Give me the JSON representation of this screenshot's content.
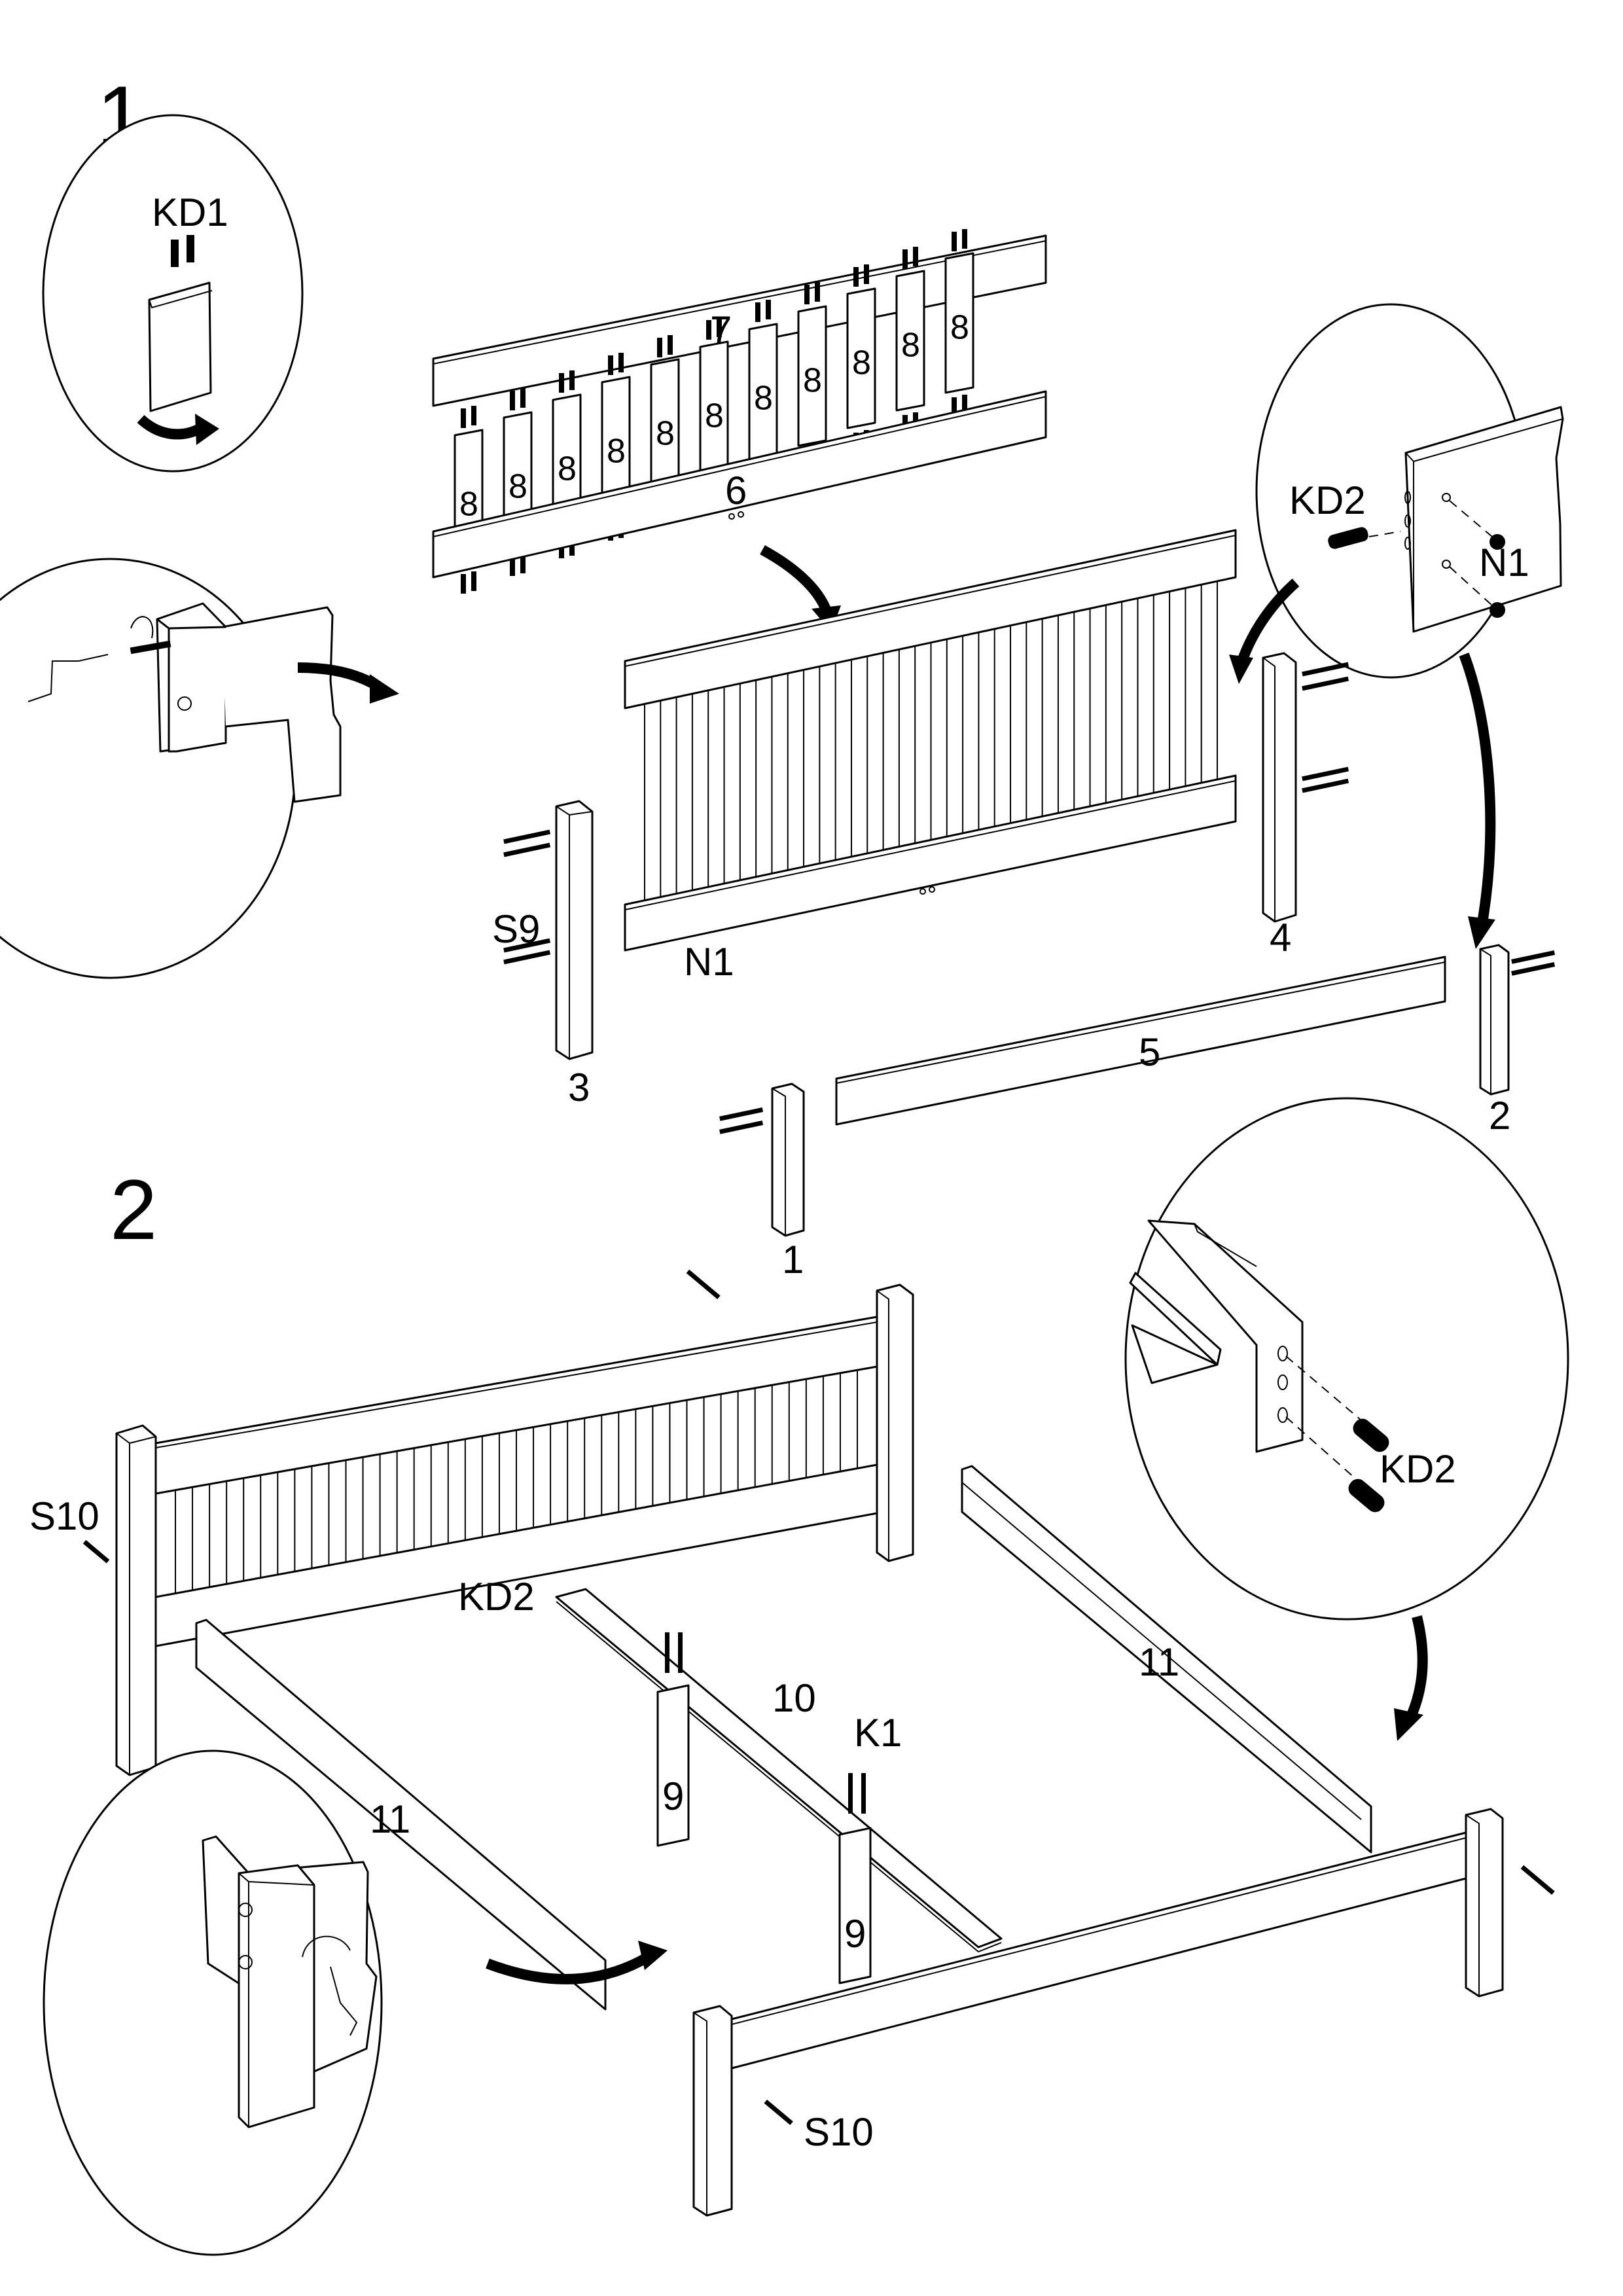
{
  "steps": [
    {
      "number": "1"
    },
    {
      "number": "2"
    }
  ],
  "step1": {
    "detail_kd1": {
      "label": "KD1"
    },
    "rail_top": {
      "label": "7"
    },
    "rail_bottom": {
      "label": "6"
    },
    "slats": [
      "8",
      "8",
      "8",
      "8",
      "8",
      "8",
      "8",
      "8",
      "8",
      "8",
      "8"
    ],
    "detail_kd2_n1": {
      "kd2_label": "KD2",
      "n1_label": "N1"
    },
    "hardware_s9": {
      "label": "S9"
    },
    "hardware_n1": {
      "label": "N1"
    },
    "post_3": {
      "label": "3"
    },
    "post_4": {
      "label": "4"
    },
    "rail_5": {
      "label": "5"
    },
    "post_2": {
      "label": "2"
    },
    "post_1": {
      "label": "1"
    }
  },
  "step2": {
    "hardware_s10_left": {
      "label": "S10"
    },
    "hardware_kd2_center": {
      "label": "KD2"
    },
    "center_beam": {
      "label": "10"
    },
    "hardware_k1": {
      "label": "K1"
    },
    "side_rail_left": {
      "label": "11"
    },
    "side_rail_right": {
      "label": "11"
    },
    "support_leg_a": {
      "label": "9"
    },
    "support_leg_b": {
      "label": "9"
    },
    "detail_kd2": {
      "label": "KD2"
    },
    "hardware_s10_bottom": {
      "label": "S10"
    }
  },
  "colors": {
    "ink": "#000000",
    "paper": "#ffffff"
  }
}
